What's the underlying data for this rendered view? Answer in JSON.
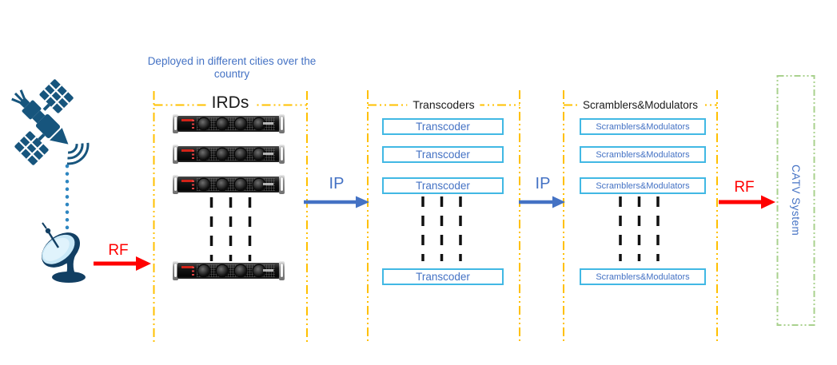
{
  "note": "Deployed in different cities over the country",
  "flows": {
    "rf_in": "RF",
    "ip_1": "IP",
    "ip_2": "IP",
    "rf_out": "RF"
  },
  "sections": {
    "irds": {
      "title": "IRDs"
    },
    "transcoders": {
      "title": "Transcoders",
      "boxes": [
        "Transcoder",
        "Transcoder",
        "Transcoder",
        "Transcoder"
      ]
    },
    "scramblers": {
      "title": "Scramblers&Modulators",
      "boxes": [
        "Scramblers&Modulators",
        "Scramblers&Modulators",
        "Scramblers&Modulators",
        "Scramblers&Modulators"
      ]
    },
    "catv": {
      "title": "CATV System"
    }
  },
  "icons": {
    "satellite": "satellite-icon",
    "dish": "satellite-dish-icon"
  },
  "colors": {
    "section_border": "#FFC000",
    "catv_border": "#A9D18E",
    "ip_blue": "#4472C4",
    "rf_red": "#FF0000",
    "node_border": "#41B8E4",
    "node_text": "#4472C4",
    "note_text": "#4472C4",
    "ellipsis_black": "#111111",
    "dotted_link_blue": "#2E86C1",
    "icon_navy": "#17557D"
  }
}
